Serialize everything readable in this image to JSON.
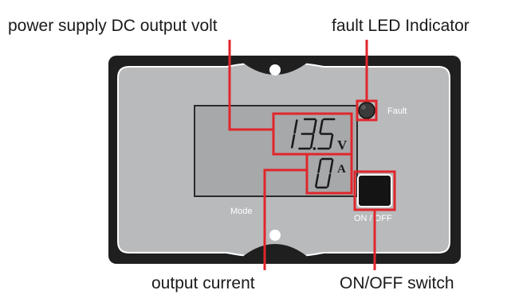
{
  "callouts": {
    "volt": "power supply DC output volt",
    "fault": "fault LED Indicator",
    "current": "output current",
    "switch": "ON/OFF switch"
  },
  "panel": {
    "fault_label": "Fault",
    "mode_label": "Mode",
    "onoff_label": "ON / OFF"
  },
  "display": {
    "voltage_reading": "13.5",
    "voltage_unit": "V",
    "current_reading": "0",
    "current_unit": "A"
  },
  "colors": {
    "callout_box": "#e0262b",
    "bezel": "#1f1f1f",
    "face": "#b9babc",
    "lcd": "#a7a8aa",
    "segment": "#1a1a1a"
  }
}
